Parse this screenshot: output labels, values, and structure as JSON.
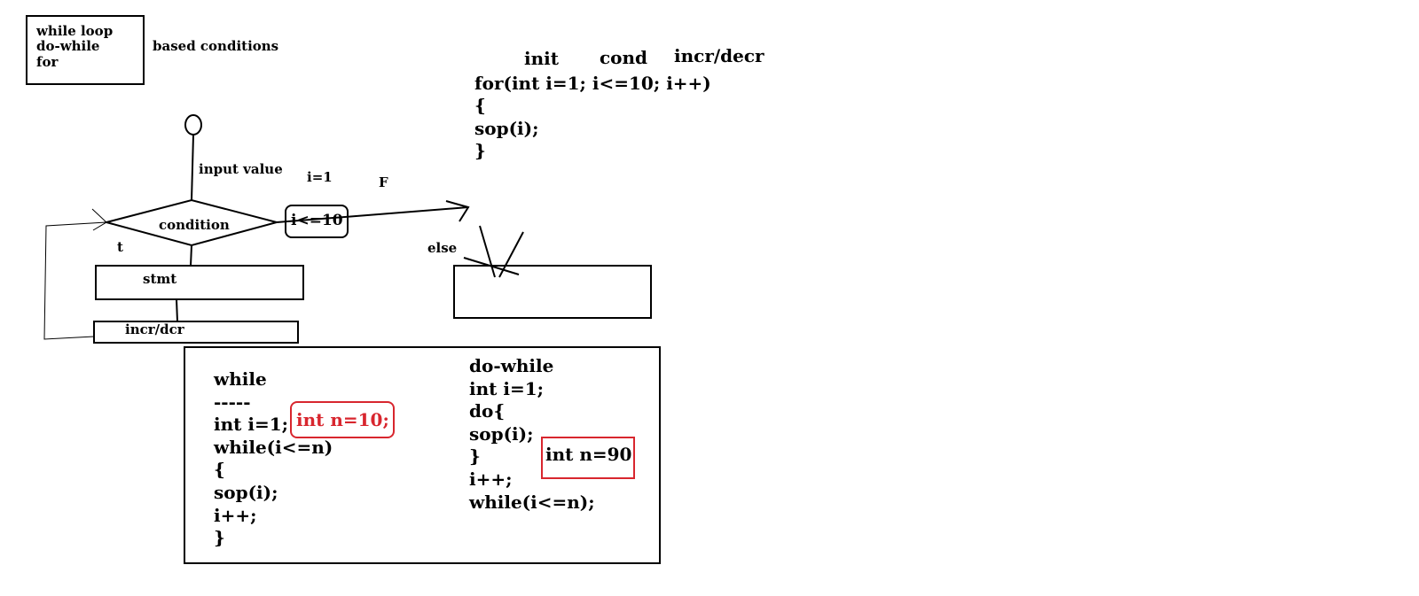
{
  "loop_types": [
    "while loop",
    "do-while",
    "for"
  ],
  "based_conditions": "based conditions",
  "for_labels": {
    "init": "init",
    "cond": "cond",
    "incr": "incr/decr"
  },
  "for_code": [
    "for(int i=1; i<=10; i++)",
    "{",
    "sop(i);",
    "}"
  ],
  "flow": {
    "input_value": "input value",
    "i_eq_1": "i=1",
    "false_label": "F",
    "true_label": "t",
    "condition": "condition",
    "cond_value": "i<=10",
    "stmt": "stmt",
    "incr": "incr/dcr",
    "else_label": "else"
  },
  "while_code": [
    "while",
    "-----",
    "int i=1;",
    "while(i<=n)",
    "{",
    "sop(i);",
    "i++;",
    "}"
  ],
  "while_note": "int n=10;",
  "dowhile_code": [
    "do-while",
    "int i=1;",
    "do{",
    "sop(i);",
    "}",
    "i++;",
    "while(i<=n);"
  ],
  "dowhile_note": "int n=90",
  "colors": {
    "ink": "#000000",
    "accent": "#d8262e"
  }
}
